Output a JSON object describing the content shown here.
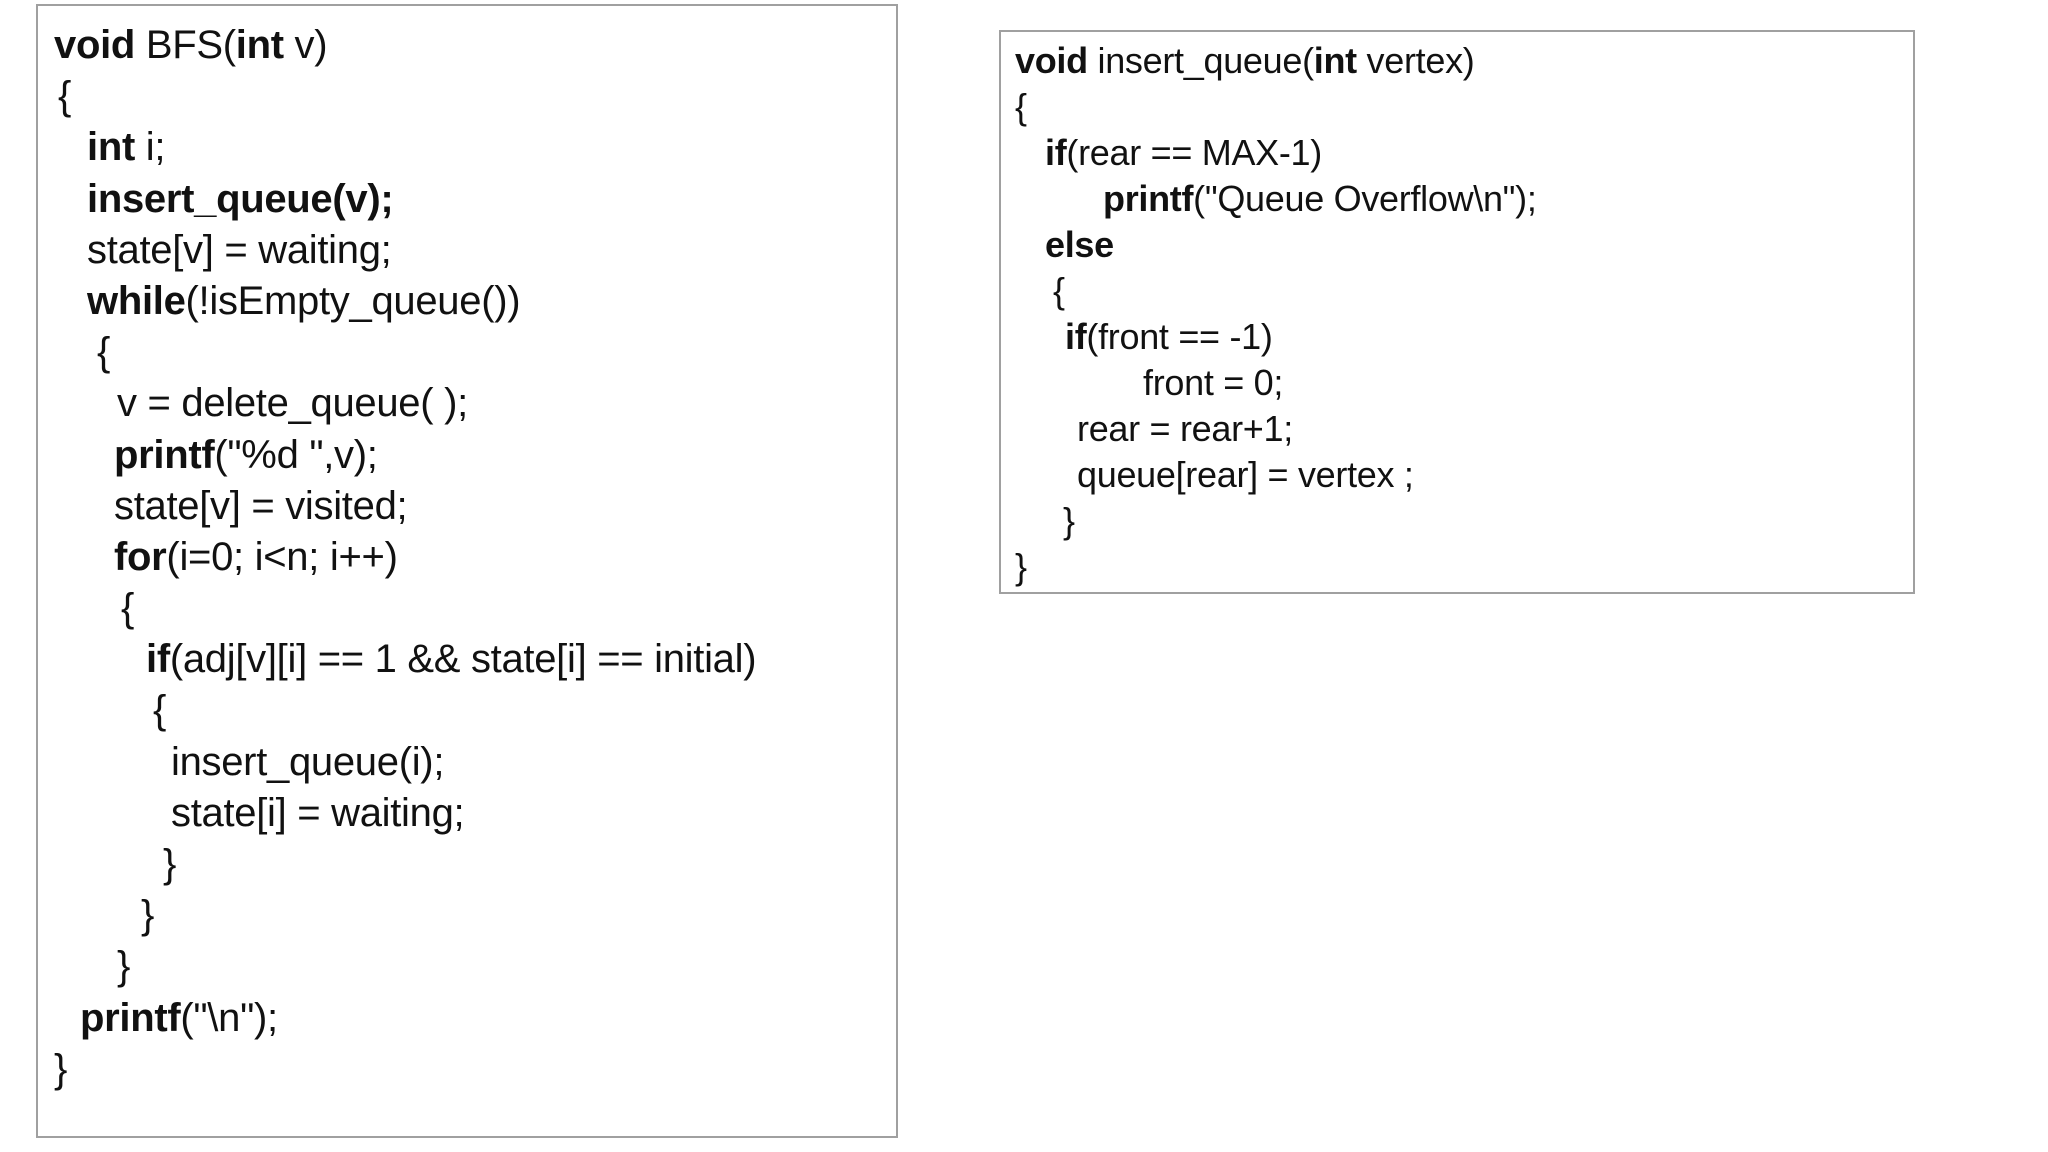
{
  "page": {
    "background": "#ffffff",
    "text_color": "#111111",
    "box_border_color": "#a0a0a0"
  },
  "boxes": [
    {
      "name": "bfs-code-box",
      "title_line": "void BFS(int v)",
      "lines": [
        {
          "indent": 0,
          "segments": [
            {
              "t": "void",
              "b": true
            },
            {
              "t": " BFS(",
              "b": false
            },
            {
              "t": "int",
              "b": true
            },
            {
              "t": " v)",
              "b": false
            }
          ]
        },
        {
          "indent": 4,
          "segments": [
            {
              "t": "{",
              "b": false
            }
          ]
        },
        {
          "indent": 33,
          "segments": [
            {
              "t": "int",
              "b": true
            },
            {
              "t": " i;",
              "b": false
            }
          ]
        },
        {
          "indent": 33,
          "segments": [
            {
              "t": "insert_queue(v);",
              "b": true
            }
          ]
        },
        {
          "indent": 33,
          "segments": [
            {
              "t": "state[v] = waiting;",
              "b": false
            }
          ]
        },
        {
          "indent": 33,
          "segments": [
            {
              "t": "while",
              "b": true
            },
            {
              "t": "(!isEmpty_queue())",
              "b": false
            }
          ]
        },
        {
          "indent": 43,
          "segments": [
            {
              "t": "{",
              "b": false
            }
          ]
        },
        {
          "indent": 63,
          "segments": [
            {
              "t": "v = delete_queue( );",
              "b": false
            }
          ]
        },
        {
          "indent": 60,
          "segments": [
            {
              "t": "printf",
              "b": true
            },
            {
              "t": "(\"%d \",v);",
              "b": false
            }
          ]
        },
        {
          "indent": 60,
          "segments": [
            {
              "t": "state[v] = visited;",
              "b": false
            }
          ]
        },
        {
          "indent": 60,
          "segments": [
            {
              "t": "for",
              "b": true
            },
            {
              "t": "(i=0; i<n; i++)",
              "b": false
            }
          ]
        },
        {
          "indent": 67,
          "segments": [
            {
              "t": "{",
              "b": false
            }
          ]
        },
        {
          "indent": 92,
          "segments": [
            {
              "t": "if",
              "b": true
            },
            {
              "t": "(adj[v][i] == 1 && state[i] == initial)",
              "b": false
            }
          ]
        },
        {
          "indent": 99,
          "segments": [
            {
              "t": "{",
              "b": false
            }
          ]
        },
        {
          "indent": 117,
          "segments": [
            {
              "t": "insert_queue(i);",
              "b": false
            }
          ]
        },
        {
          "indent": 117,
          "segments": [
            {
              "t": "state[i] = waiting;",
              "b": false
            }
          ]
        },
        {
          "indent": 109,
          "segments": [
            {
              "t": "}",
              "b": false
            }
          ]
        },
        {
          "indent": 87,
          "segments": [
            {
              "t": "}",
              "b": false
            }
          ]
        },
        {
          "indent": 63,
          "segments": [
            {
              "t": "}",
              "b": false
            }
          ]
        },
        {
          "indent": 26,
          "segments": [
            {
              "t": "printf",
              "b": true
            },
            {
              "t": "(\"\\n\");",
              "b": false
            }
          ]
        },
        {
          "indent": 0,
          "segments": [
            {
              "t": "}",
              "b": false
            }
          ]
        }
      ]
    },
    {
      "name": "insert-queue-code-box",
      "title_line": "void insert_queue(int vertex)",
      "lines": [
        {
          "indent": 0,
          "segments": [
            {
              "t": "void",
              "b": true
            },
            {
              "t": " insert_queue(",
              "b": false
            },
            {
              "t": "int",
              "b": true
            },
            {
              "t": " vertex)",
              "b": false
            }
          ]
        },
        {
          "indent": 0,
          "segments": [
            {
              "t": "{",
              "b": false
            }
          ]
        },
        {
          "indent": 30,
          "segments": [
            {
              "t": "if",
              "b": true
            },
            {
              "t": "(rear == MAX-1)",
              "b": false
            }
          ]
        },
        {
          "indent": 88,
          "segments": [
            {
              "t": "printf",
              "b": true
            },
            {
              "t": "(\"Queue Overflow\\n\");",
              "b": false
            }
          ]
        },
        {
          "indent": 30,
          "segments": [
            {
              "t": "else",
              "b": true
            }
          ]
        },
        {
          "indent": 38,
          "segments": [
            {
              "t": "{",
              "b": false
            }
          ]
        },
        {
          "indent": 50,
          "segments": [
            {
              "t": "if",
              "b": true
            },
            {
              "t": "(front == -1)",
              "b": false
            }
          ]
        },
        {
          "indent": 128,
          "segments": [
            {
              "t": "front = 0;",
              "b": false
            }
          ]
        },
        {
          "indent": 62,
          "segments": [
            {
              "t": "rear = rear+1;",
              "b": false
            }
          ]
        },
        {
          "indent": 62,
          "segments": [
            {
              "t": "queue[rear] = vertex ;",
              "b": false
            }
          ]
        },
        {
          "indent": 48,
          "segments": [
            {
              "t": "}",
              "b": false
            }
          ]
        },
        {
          "indent": 0,
          "segments": [
            {
              "t": "}",
              "b": false
            }
          ]
        }
      ]
    }
  ]
}
